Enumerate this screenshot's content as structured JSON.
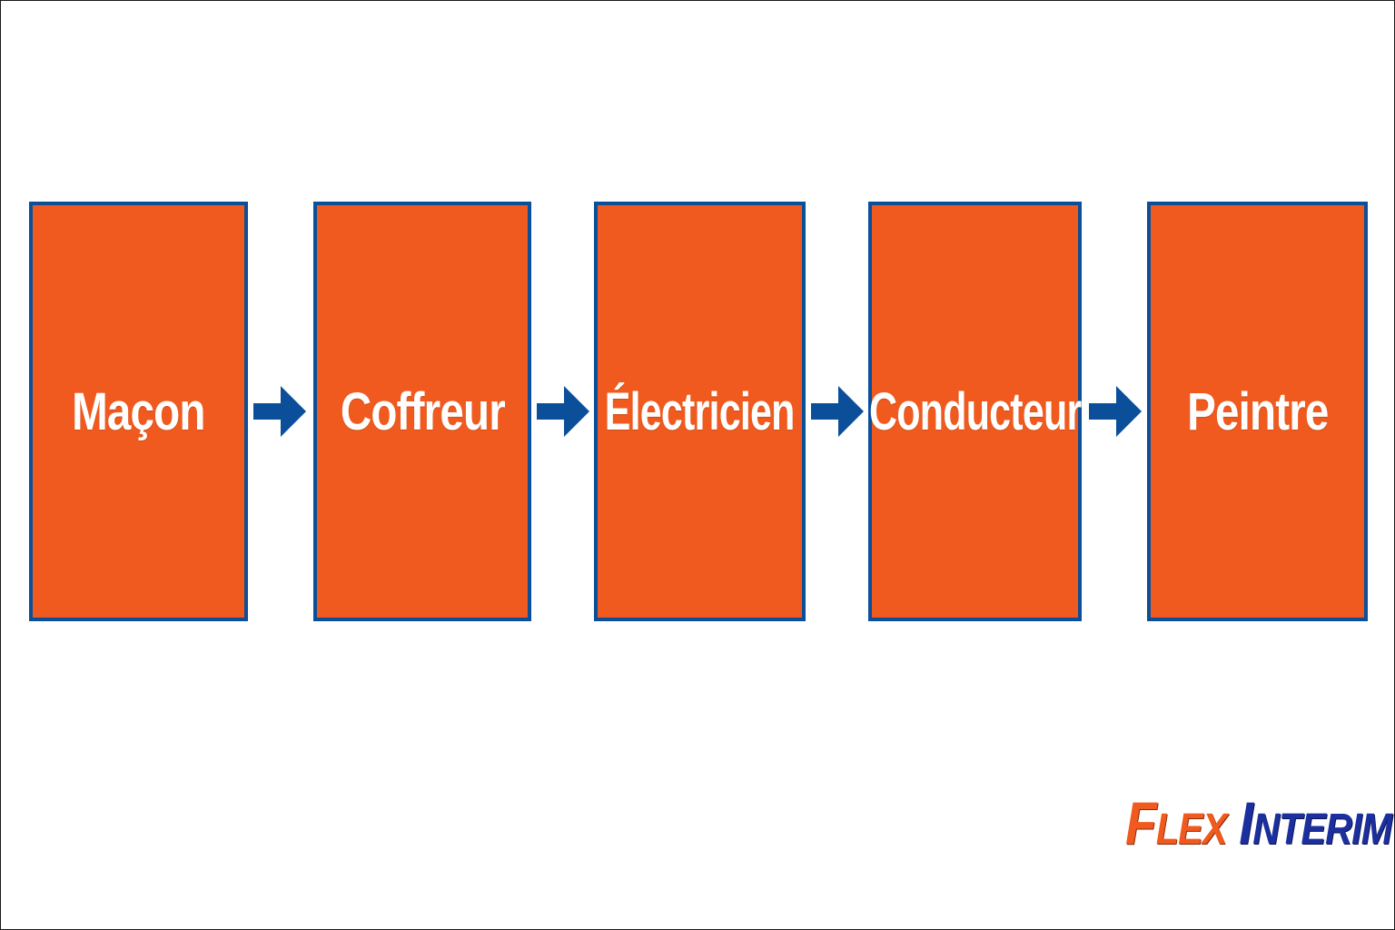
{
  "steps": [
    {
      "label": "Maçon"
    },
    {
      "label": "Coffreur"
    },
    {
      "label": "Électricien"
    },
    {
      "label": "Conducteur"
    },
    {
      "label": "Peintre"
    }
  ],
  "connectors": [
    {
      "icon": "arrow-right-icon"
    },
    {
      "icon": "arrow-right-icon"
    },
    {
      "icon": "arrow-right-icon"
    },
    {
      "icon": "arrow-right-icon"
    }
  ],
  "logo": {
    "word1_first": "F",
    "word1_rest": "LEX",
    "word2_first": "I",
    "word2_rest": "NTERIM"
  },
  "colors": {
    "box_fill": "#f05a1e",
    "box_border": "#0b4f9a",
    "arrow": "#0b4f9a",
    "label_text": "#ffffff",
    "logo_flex": "#f05a1e",
    "logo_interim": "#1c2f9e"
  }
}
